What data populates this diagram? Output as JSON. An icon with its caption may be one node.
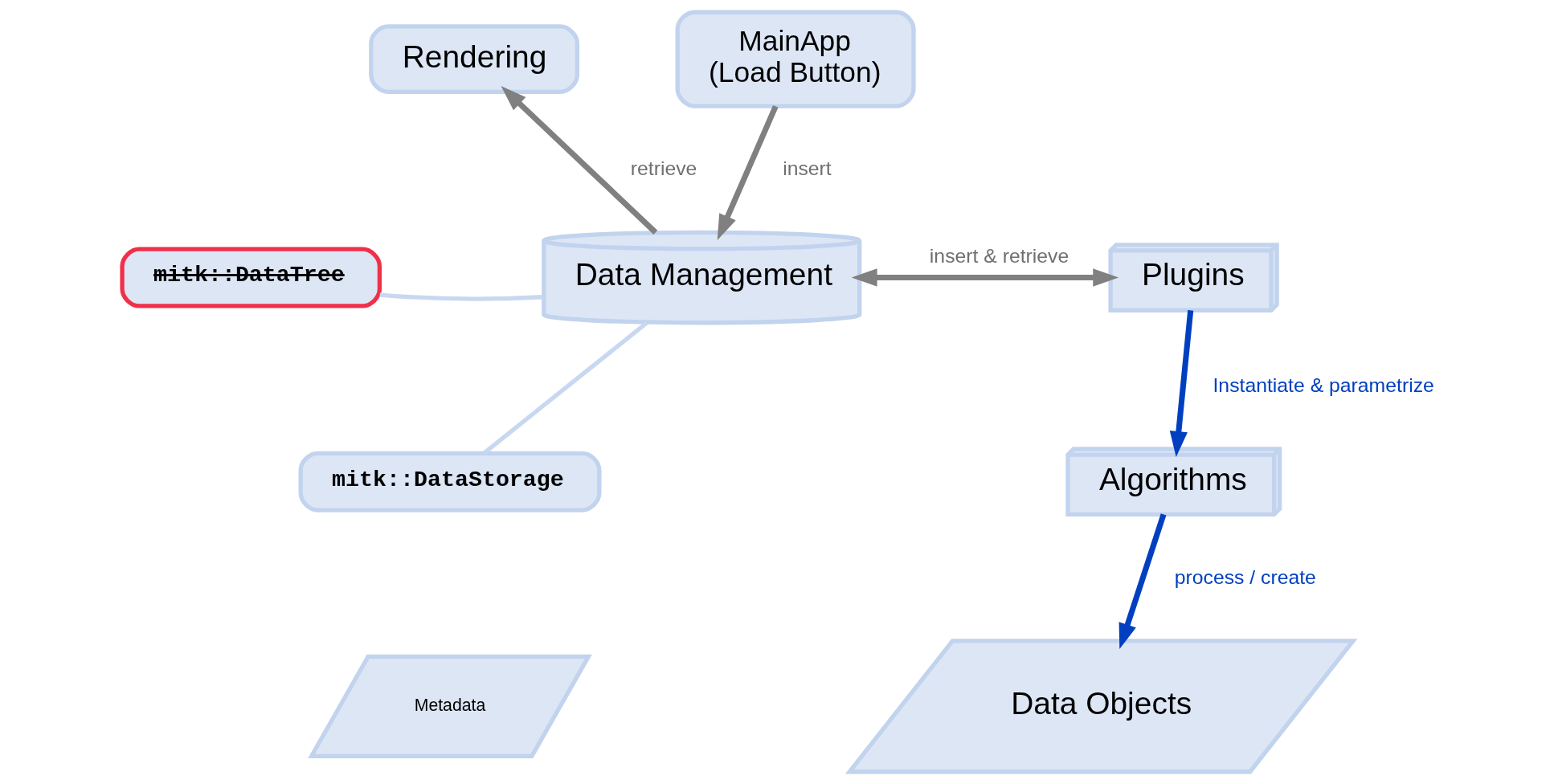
{
  "diagram": {
    "nodes": [
      {
        "text": [
          "Rendering"
        ]
      },
      {
        "text": [
          "MainApp",
          "(Load Button)"
        ]
      },
      {
        "text": [
          "mitk::DataTree"
        ]
      },
      {
        "text": [
          "Data Management"
        ]
      },
      {
        "text": [
          "Plugins"
        ]
      },
      {
        "text": [
          "mitk::DataStorage"
        ]
      },
      {
        "text": [
          "Algorithms"
        ]
      },
      {
        "text": [
          "Data Objects"
        ]
      },
      {
        "text": [
          "Metadata"
        ]
      }
    ],
    "edges": [
      {
        "from": 3,
        "to": 0,
        "arrow": "to",
        "label": "retrieve"
      },
      {
        "from": 1,
        "to": 3,
        "arrow": "to",
        "label": "insert"
      },
      {
        "from": 3,
        "to": 4,
        "arrow": "both",
        "label": "insert & retrieve"
      },
      {
        "from": 4,
        "to": 6,
        "arrow": "to",
        "label": "Instantiate & parametrize",
        "color": "#0040c0"
      },
      {
        "from": 6,
        "to": 7,
        "arrow": "to",
        "label": "process / create",
        "color": "#0040c0"
      },
      {
        "from": 2,
        "to": 3,
        "arrow": "none",
        "color": "#c8d8f0"
      },
      {
        "from": 5,
        "to": 3,
        "arrow": "none",
        "color": "#c8d8f0"
      }
    ]
  }
}
